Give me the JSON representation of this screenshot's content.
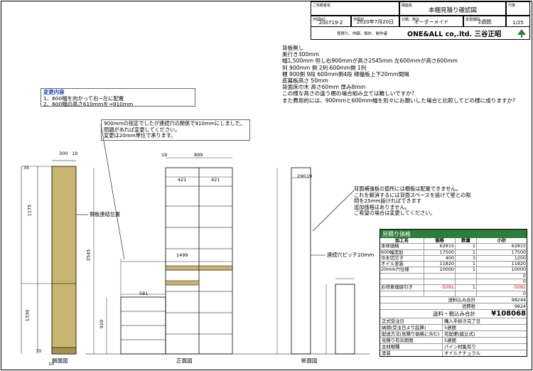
{
  "header": {
    "client_label": "ご依頼者名",
    "drawing_label": "図面名",
    "drawing_name": "本棚見積り確認図",
    "scale_label": "尺度",
    "scale_value": "1/25",
    "doc_no_label": "作図NO",
    "doc_no": "200719-2",
    "date_label": "作図日",
    "date": "2020年7月20日",
    "category_label": "分類、発注",
    "category": "オーダーメイド",
    "delivery_label": "変更期間",
    "delivery": "2週間",
    "maker_caption": "見積り、作図、設計、制作者",
    "maker": "ONE&ALL co,.ltd.  三谷正昭"
  },
  "notes": [
    "背板無し",
    "奥行き300mm",
    "幅1,500mm  但し右900mmが高さ2545mm    左600mmが高さ600mm",
    "列  900mm  側  2列   600mm側  1列",
    "棚  900側  9段    600mm側4段   稼働板上下20mm間隔",
    "底幕板高さ   50mm",
    "背面床巾木   高さ60mm  厚み8mm",
    "この様な高さの違う棚の場合組み立ては難しいですか?",
    "また費用的には、900mmと600mm幅を別々にお願いした場合と比較してどの様に成りますか?"
  ],
  "changes": {
    "title": "変更内容",
    "items": [
      "1、600幅を向かって右~左に配置",
      "2、600幅の高さ610mmを→910mm"
    ]
  },
  "callouts": {
    "top": [
      "900mmの指定でしたが連続穴の関係で910mmにしました。",
      "問題があれば変更してください。",
      "変更は20mm単位で承ります。"
    ],
    "right": [
      "背面補強板の箇所には棚板は配置できません。",
      "これを解消するには背面スペースを設けて壁との隙",
      "間を25mm設ければできます",
      "追加価格はありません。",
      "ご希望の場合は変更してください。"
    ],
    "side_joint": "側板連結位置",
    "pitch": "連続穴ピッチ20mm"
  },
  "dims": {
    "side_width": "300",
    "side_19": "19",
    "h2545": "2545",
    "h1175": "1175",
    "h1330": "1330",
    "h910": "910",
    "h70": "70",
    "h35": "35",
    "h10": "10",
    "front_899": "899",
    "front_421a": "421",
    "front_421b": "421",
    "front_1499": "1499",
    "front_581": "581",
    "front_19": "19",
    "sec_290": "290",
    "sec_19": "19"
  },
  "views": {
    "side": "側面図",
    "front": "正面図",
    "section": "断面図"
  },
  "estimate": {
    "title": "見積り価格",
    "headers": [
      "加工名",
      "価格",
      "数量",
      "小計"
    ],
    "rows": [
      [
        "本体価格",
        "62815",
        "1",
        "62815"
      ],
      [
        "600幅追加",
        "17500",
        "1",
        "17500"
      ],
      [
        "巾木切欠き",
        "400",
        "3",
        "1200"
      ],
      [
        "オイル塗装",
        "11820",
        "1",
        "11820"
      ],
      [
        "20mm穴仕様",
        "10000",
        "1",
        "10000"
      ],
      [
        "",
        "",
        "",
        "0"
      ],
      [
        "",
        "",
        "",
        "0"
      ],
      [
        "お得意様値引き",
        "-5091",
        "1",
        "-5091"
      ],
      [
        "",
        "",
        "",
        "0"
      ]
    ],
    "subtotal_label": "送料込み合計",
    "subtotal": "98244",
    "tax_label": "消費税",
    "tax": "9824",
    "total_label": "送料・税込み合計",
    "total": "¥108068",
    "info": [
      [
        "正式受注日",
        "購入手続き完了日"
      ],
      [
        "納期(受注日より起算)",
        "5週間"
      ],
      [
        "配送方法(見積り価格に含む)",
        "宅配便(組立式)"
      ],
      [
        "見積り有効期限",
        "5週間"
      ],
      [
        "主材樹種",
        "パイン材集有り"
      ],
      [
        "塗装",
        "オイルナチュラル"
      ]
    ]
  },
  "colors": {
    "wood": "#c9b56f",
    "accent": "#2f7d3a",
    "note_blue": "#1a3cc8",
    "discount": "#dd0000"
  }
}
